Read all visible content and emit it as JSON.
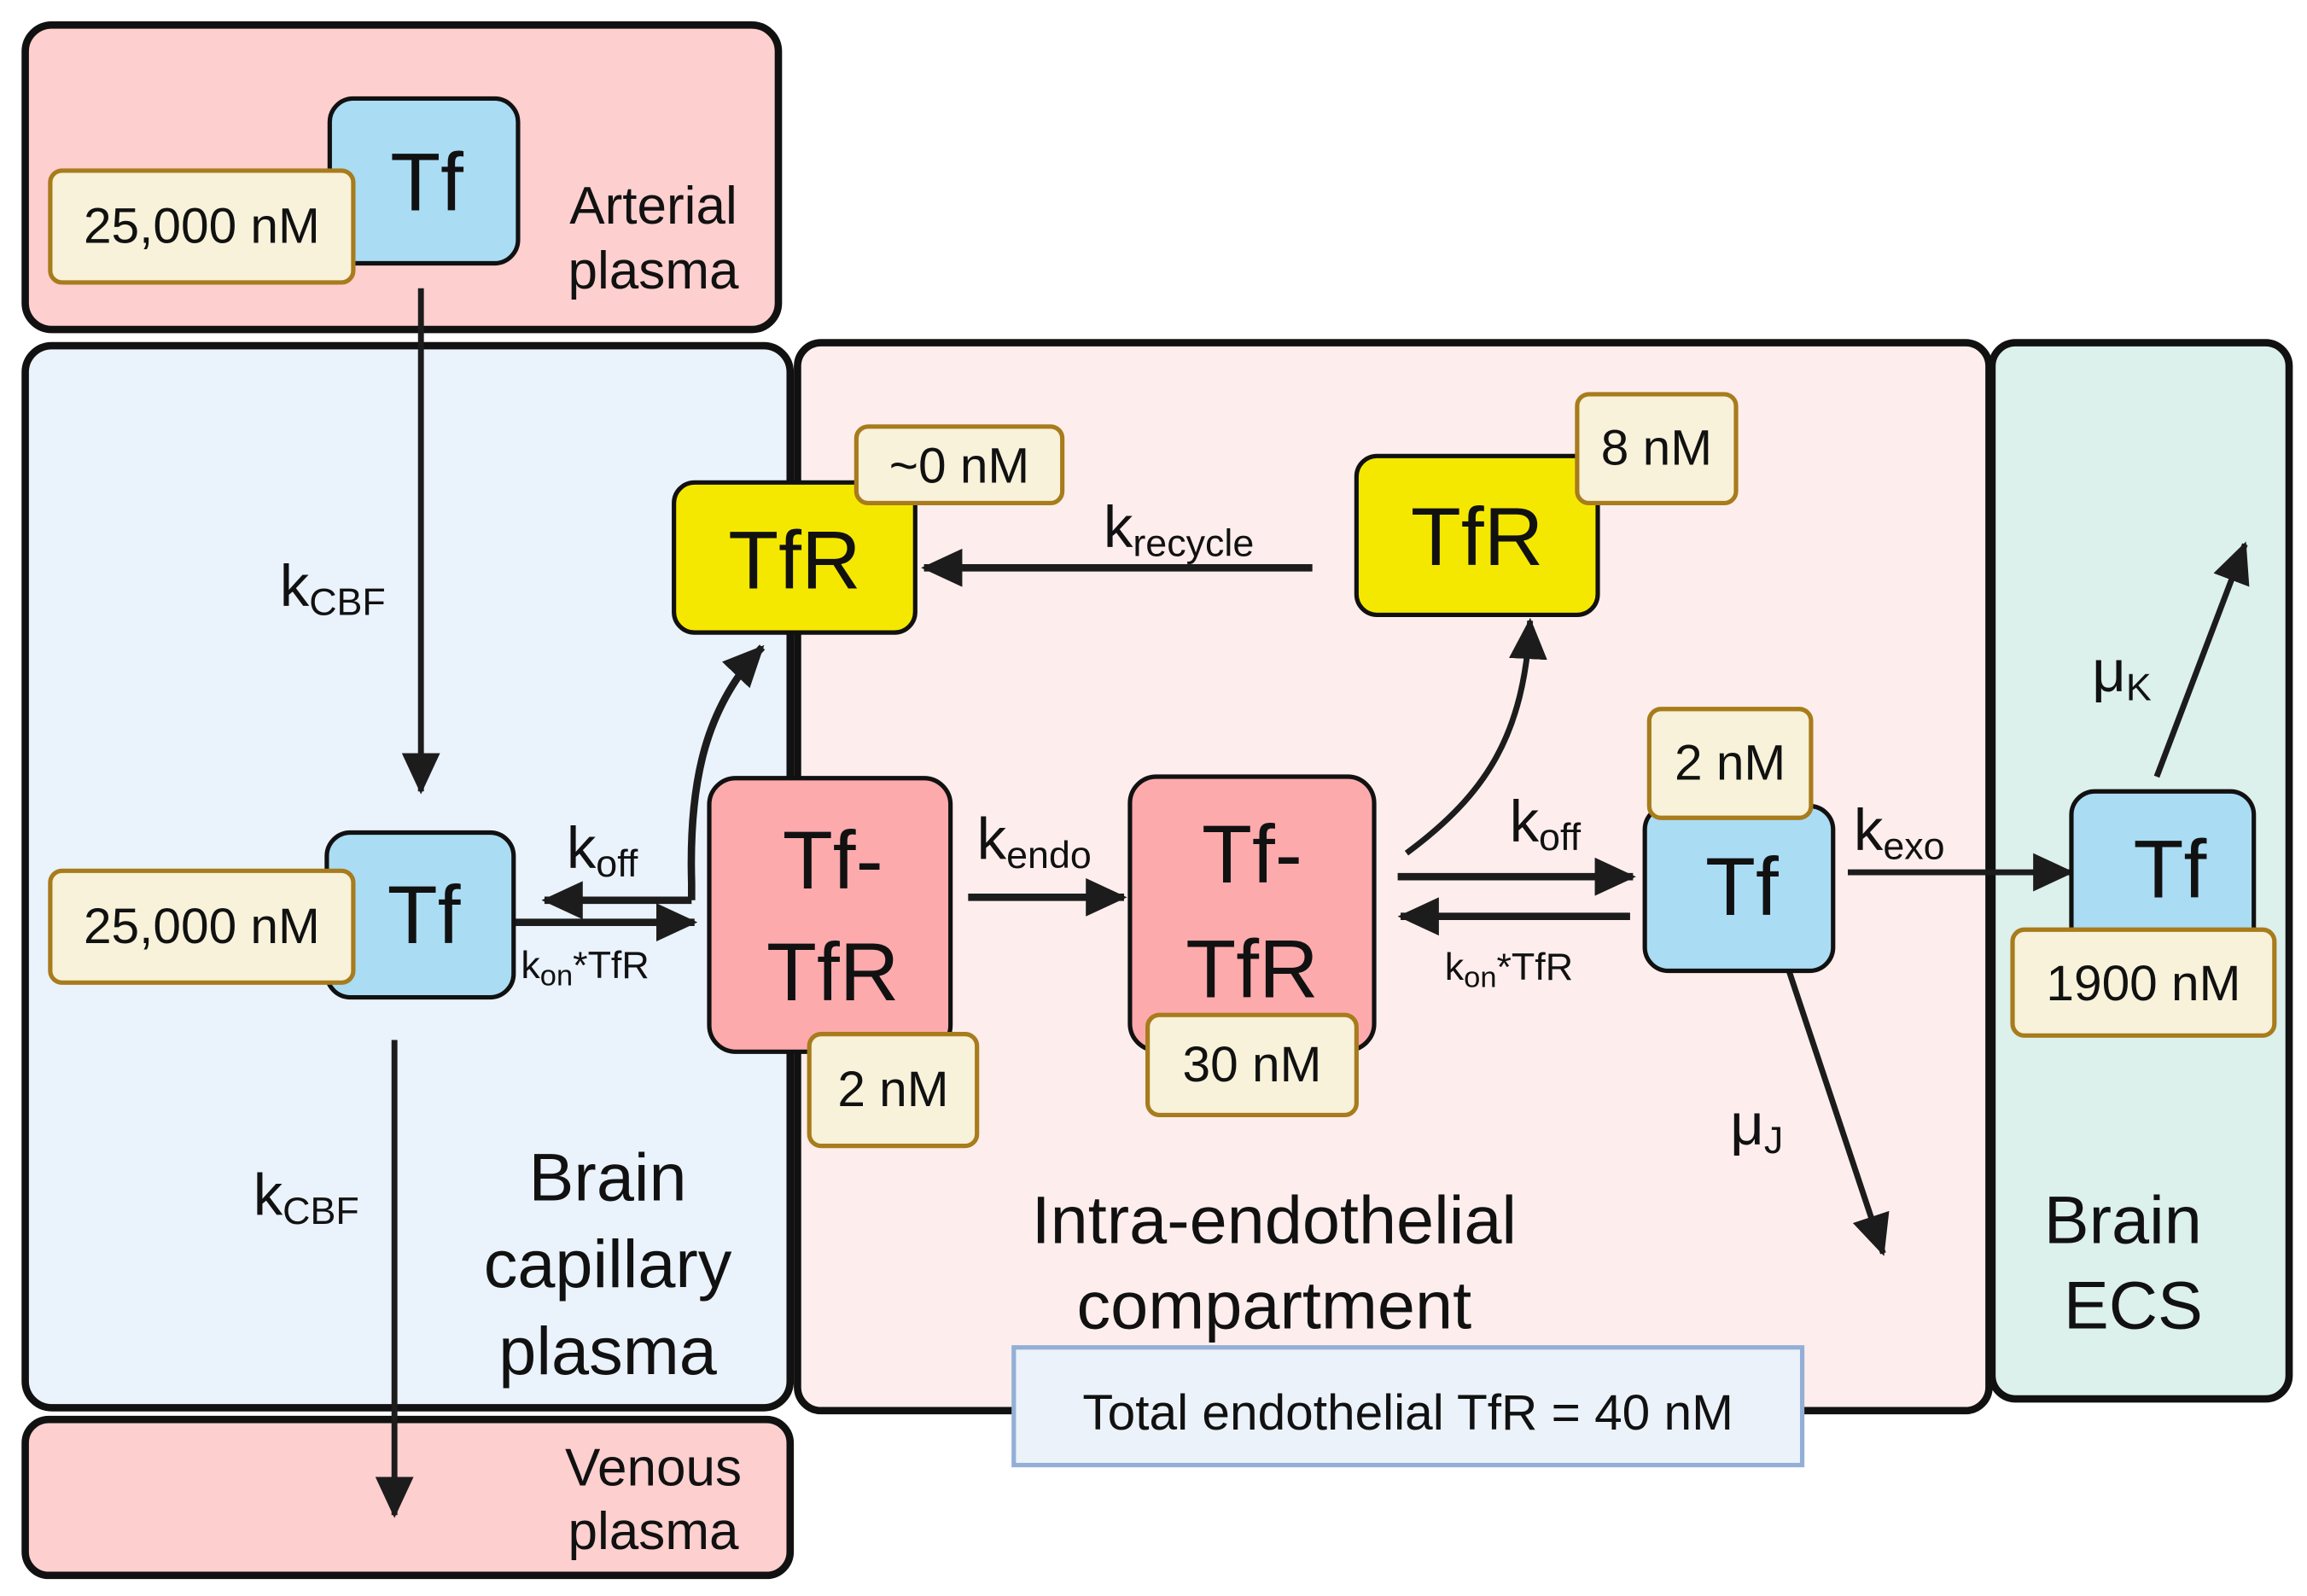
{
  "compartments": {
    "arterial": {
      "line1": "Arterial",
      "line2": "plasma",
      "color": "#fdcfcf"
    },
    "capillary": {
      "line1": "Brain",
      "line2": "capillary",
      "line3": "plasma",
      "color": "#eaf2fb"
    },
    "venous": {
      "line1": "Venous",
      "line2": "plasma",
      "color": "#fdcfcf"
    },
    "endothelial": {
      "line1": "Intra-endothelial",
      "line2": "compartment",
      "color": "#fdeeed"
    },
    "ecs": {
      "line1": "Brain",
      "line2": "ECS",
      "color": "#dcf0ec"
    }
  },
  "species": {
    "tf_arterial": {
      "label": "Tf",
      "conc": "25,000 nM"
    },
    "tf_capillary": {
      "label": "Tf",
      "conc": "25,000 nM"
    },
    "tfr_luminal": {
      "label": "TfR",
      "conc": "~0 nM"
    },
    "tfr_abluminal": {
      "label": "TfR",
      "conc": "8 nM"
    },
    "complex_luminal": {
      "line1": "Tf-",
      "line2": "TfR",
      "conc": "2 nM"
    },
    "complex_internal": {
      "line1": "Tf-",
      "line2": "TfR",
      "conc": "30 nM"
    },
    "tf_endothelial": {
      "label": "Tf",
      "conc": "2 nM"
    },
    "tf_ecs": {
      "label": "Tf",
      "conc": "1900 nM"
    }
  },
  "rates": {
    "kcbf_in": {
      "main": "k",
      "sub": "CBF"
    },
    "kcbf_out": {
      "main": "k",
      "sub": "CBF"
    },
    "koff_left": {
      "main": "k",
      "sub": "off"
    },
    "kon_left": {
      "main": "k",
      "sub": "on",
      "suffix": "*TfR"
    },
    "krecycle": {
      "main": "k",
      "sub": "recycle"
    },
    "kendo": {
      "main": "k",
      "sub": "endo"
    },
    "koff_right": {
      "main": "k",
      "sub": "off"
    },
    "kon_right": {
      "main": "k",
      "sub": "on",
      "suffix": "*TfR"
    },
    "kexo": {
      "main": "k",
      "sub": "exo"
    },
    "mu_j": {
      "main": "μ",
      "sub": "J"
    },
    "mu_k": {
      "main": "μ",
      "sub": "K"
    }
  },
  "note": "Total endothelial TfR = 40 nM",
  "colors": {
    "tf": "#aadcf4",
    "tfr": "#f5e800",
    "complex": "#fdaaad",
    "conc_badge": "#f7f2d9",
    "conc_border": "#a87b1c",
    "note_bg": "#ebf2fa",
    "note_border": "#93afd6"
  }
}
